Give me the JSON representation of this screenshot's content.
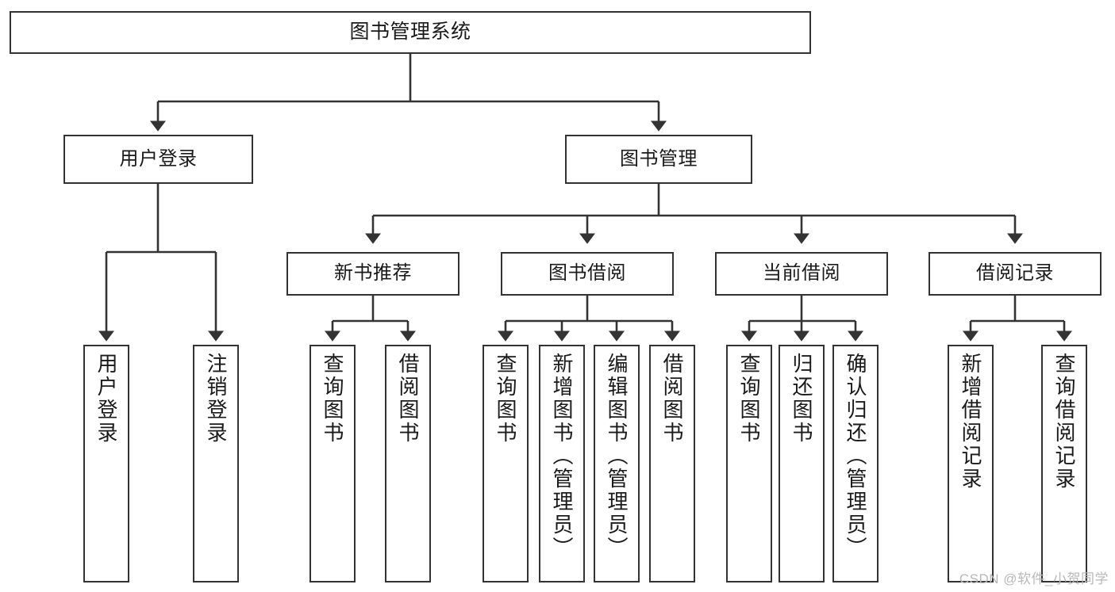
{
  "diagram": {
    "title": "图书管理系统",
    "type": "tree-hierarchy",
    "orientation": "top-down",
    "stroke_color": "#333333",
    "fill_color": "#ffffff",
    "text_color": "#1a1a1a",
    "watermark": "CSDN @软件_小贺同学"
  },
  "nodes": {
    "root": {
      "label": "图书管理系统"
    },
    "level2": [
      {
        "label": "用户登录"
      },
      {
        "label": "图书管理"
      }
    ],
    "level3": [
      {
        "label": "新书推荐"
      },
      {
        "label": "图书借阅"
      },
      {
        "label": "当前借阅"
      },
      {
        "label": "借阅记录"
      }
    ],
    "leaves_user_login": [
      {
        "label": "用户登录"
      },
      {
        "label": "注销登录"
      }
    ],
    "leaves_new_book": [
      {
        "label": "查询图书"
      },
      {
        "label": "借阅图书"
      }
    ],
    "leaves_borrow": [
      {
        "label": "查询图书"
      },
      {
        "label": "新增图书（管理员）"
      },
      {
        "label": "编辑图书（管理员）"
      },
      {
        "label": "借阅图书"
      }
    ],
    "leaves_current": [
      {
        "label": "查询图书"
      },
      {
        "label": "归还图书"
      },
      {
        "label": "确认归还（管理员）"
      }
    ],
    "leaves_records": [
      {
        "label": "新增借阅记录"
      },
      {
        "label": "查询借阅记录"
      }
    ]
  }
}
